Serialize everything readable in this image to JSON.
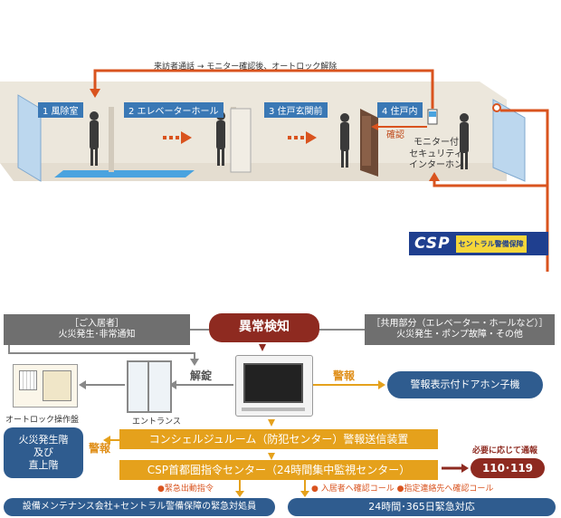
{
  "flow_top": "来訪者通話 → モニター確認後、オートロック解除",
  "zones": [
    "1 風除室",
    "2 エレベーターホール",
    "3 住戸玄関前",
    "4 住戸内"
  ],
  "kakunin": "確認",
  "monitor_note": "モニター付\nセキュリティ\nインターホン",
  "csp_logo": {
    "mark": "CSP",
    "name": "セントラル警備保障"
  },
  "resident_box": "［ご入居者］\n火災発生･非常通知",
  "common_box": "［共用部分（エレベーター・ホールなど）］\n火災発生・ポンプ故障・その他",
  "anomaly": "異常検知",
  "unlock": "解錠",
  "alarm1": "警報",
  "alarm2": "警報",
  "door_slave": "警報表示付ドアホン子機",
  "autolock_panel": "オートロック操作盤",
  "entrance": "エントランス",
  "concierge": "コンシェルジュルーム（防犯センター）警報送信装置",
  "csp_center": "CSP首都圏指令センター（24時間集中監視センター）",
  "fire_floor": "火災発生階\n及び\n直上階",
  "report_note": "必要に応じて通報",
  "emergency_num": "110･119",
  "dispatch_note": "●緊急出動指令",
  "confirm_note": "● 入居者へ確認コール ●指定連絡先へ確認コール",
  "bottom_left": "設備メンテナンス会社+セントラル警備保障の緊急対処員",
  "bottom_right": "24時間･365日緊急対応",
  "colors": {
    "orange_arrow": "#d9531e",
    "gold": "#e5a11c",
    "red": "#8e2a20",
    "blue": "#2f5c8f",
    "gray": "#6f6f6f"
  }
}
